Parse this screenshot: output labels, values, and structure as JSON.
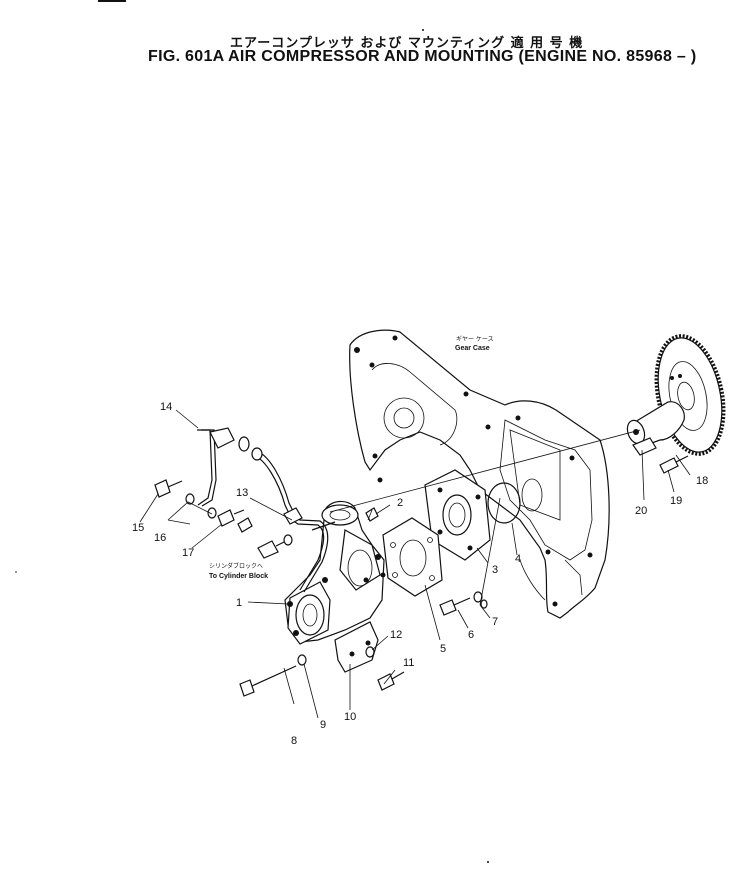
{
  "header": {
    "title_jp": "エアーコンプレッサ および マウンティング 適 用 号 機",
    "title_en": "FIG. 601A  AIR COMPRESSOR AND MOUNTING (ENGINE NO. 85968 – )"
  },
  "notes": {
    "gear_case_jp": "ギヤー ケース",
    "gear_case_en": "Gear Case",
    "cylinder_block_jp": "シリンダブロックへ",
    "cylinder_block_en": "To Cylinder Block"
  },
  "callouts": [
    "1",
    "2",
    "3",
    "4",
    "5",
    "6",
    "7",
    "8",
    "9",
    "10",
    "11",
    "12",
    "13",
    "14",
    "15",
    "16",
    "17",
    "18",
    "19",
    "20"
  ]
}
